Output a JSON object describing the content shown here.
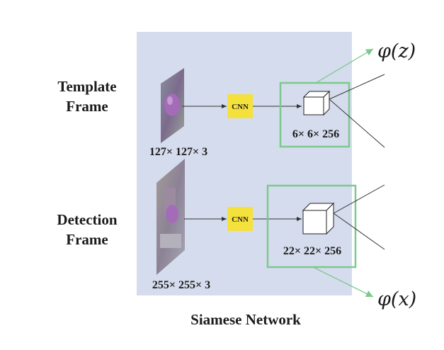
{
  "rows": [
    {
      "label_line1": "Template",
      "label_line2": "Frame",
      "input_dims": "127× 127× 3",
      "cnn_label": "CNN",
      "feature_dims": "6× 6× 256"
    },
    {
      "label_line1": "Detection",
      "label_line2": "Frame",
      "input_dims": "255× 255× 3",
      "cnn_label": "CNN",
      "feature_dims": "22× 22× 256"
    }
  ],
  "outputs": {
    "template": "φ(z)",
    "detection": "φ(x)"
  },
  "caption": "Siamese Network",
  "colors": {
    "panel": "#d5dced",
    "cnn": "#f5e13c",
    "highlight": "#7cc98c"
  }
}
